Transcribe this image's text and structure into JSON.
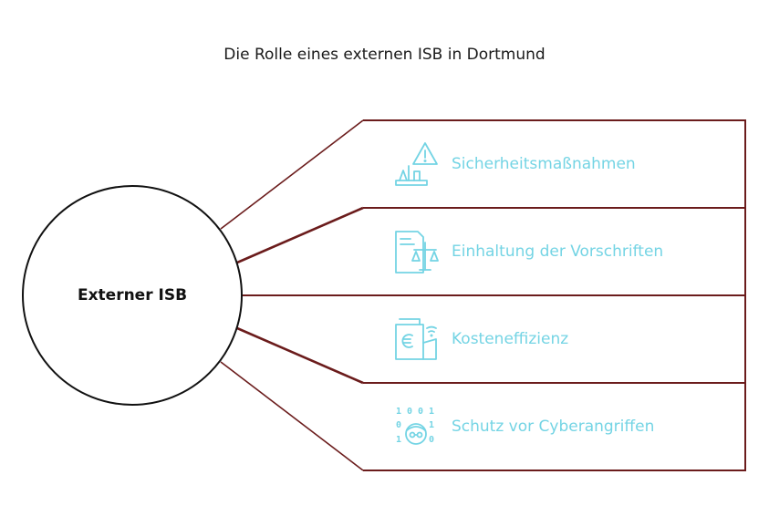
{
  "title": "Die Rolle eines externen ISB in Dortmund",
  "center": {
    "label": "Externer ISB"
  },
  "items": [
    {
      "label": "Sicherheitsmaßnahmen",
      "icon": "warning-triangle-icon"
    },
    {
      "label": "Einhaltung der Vorschriften",
      "icon": "document-scales-icon"
    },
    {
      "label": "Kosteneffizienz",
      "icon": "wallet-euro-icon"
    },
    {
      "label": "Schutz vor Cyberangriffen",
      "icon": "binary-hacker-icon"
    }
  ],
  "colors": {
    "line": "#6b1c1c",
    "accent": "#74d4e4",
    "circle": "#111111",
    "text": "#1a1a1a"
  }
}
